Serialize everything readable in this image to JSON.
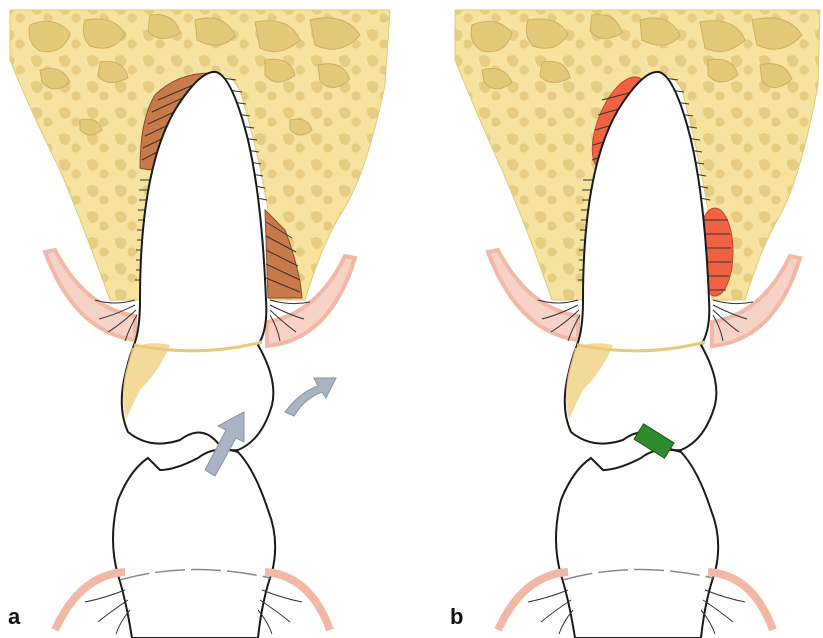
{
  "panels": [
    {
      "id": "a",
      "label": "a"
    },
    {
      "id": "b",
      "label": "b"
    }
  ],
  "colors": {
    "bone": "#f6e3a0",
    "bone_pore": "#e8cf82",
    "bone_dark": "#d9ba6a",
    "tooth_outline": "#1a1a1a",
    "gingiva": "#f2b8a6",
    "pdl_line": "#333333",
    "pressure_zone_a": "#c87a4a",
    "pressure_zone_b": "#f0583a",
    "cementum": "#f1d48a",
    "arrow": "#a9b3c2",
    "contact_block": "#2e8b2e"
  }
}
